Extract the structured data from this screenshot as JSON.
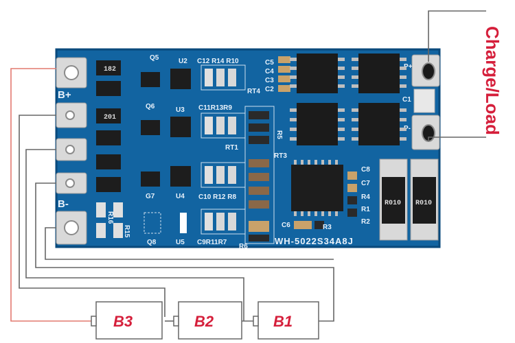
{
  "board": {
    "model_code": "WH-5022S34A8J",
    "pad_b_plus": "B+",
    "pad_b_minus": "B-",
    "pad_p_plus": "P+",
    "pad_p_minus": "P-",
    "designators": {
      "q5": "Q5",
      "q6": "Q6",
      "q7": "G7",
      "q8": "Q8",
      "u2": "U2",
      "u3": "U3",
      "u4": "U4",
      "u5": "U5",
      "row1": "C12 R14 R10",
      "row2": "C11R13R9",
      "row3": "C10 R12 R8",
      "row4": "C9R11R7",
      "r3": "R3",
      "r4": "R4",
      "r1": "R1",
      "r2": "R2",
      "r6": "R6",
      "r16": "R16",
      "r15": "R15",
      "r5": "R5",
      "rt1": "RT1",
      "rt3": "RT3",
      "rt4": "RT4",
      "c1": "C1",
      "c2": "C2",
      "c3": "C3",
      "c4": "C4",
      "c5": "C5",
      "c6": "C6",
      "c7": "C7",
      "c8": "C8"
    },
    "chip_marks": {
      "ic_top": "182",
      "ic_mid": "201",
      "shunt_left": "R010",
      "shunt_right": "R010"
    }
  },
  "labels": {
    "charge_load": "Charge/Load"
  },
  "batteries": [
    {
      "name": "B3"
    },
    {
      "name": "B2"
    },
    {
      "name": "B1"
    }
  ],
  "colors": {
    "pcb": "#0f5f9b",
    "pcb_edge": "#0a4a7c",
    "pad": "#e6e6e6",
    "wire_red": "#e2786f",
    "wire_dark": "#555555",
    "label_red": "#d51f3b"
  }
}
